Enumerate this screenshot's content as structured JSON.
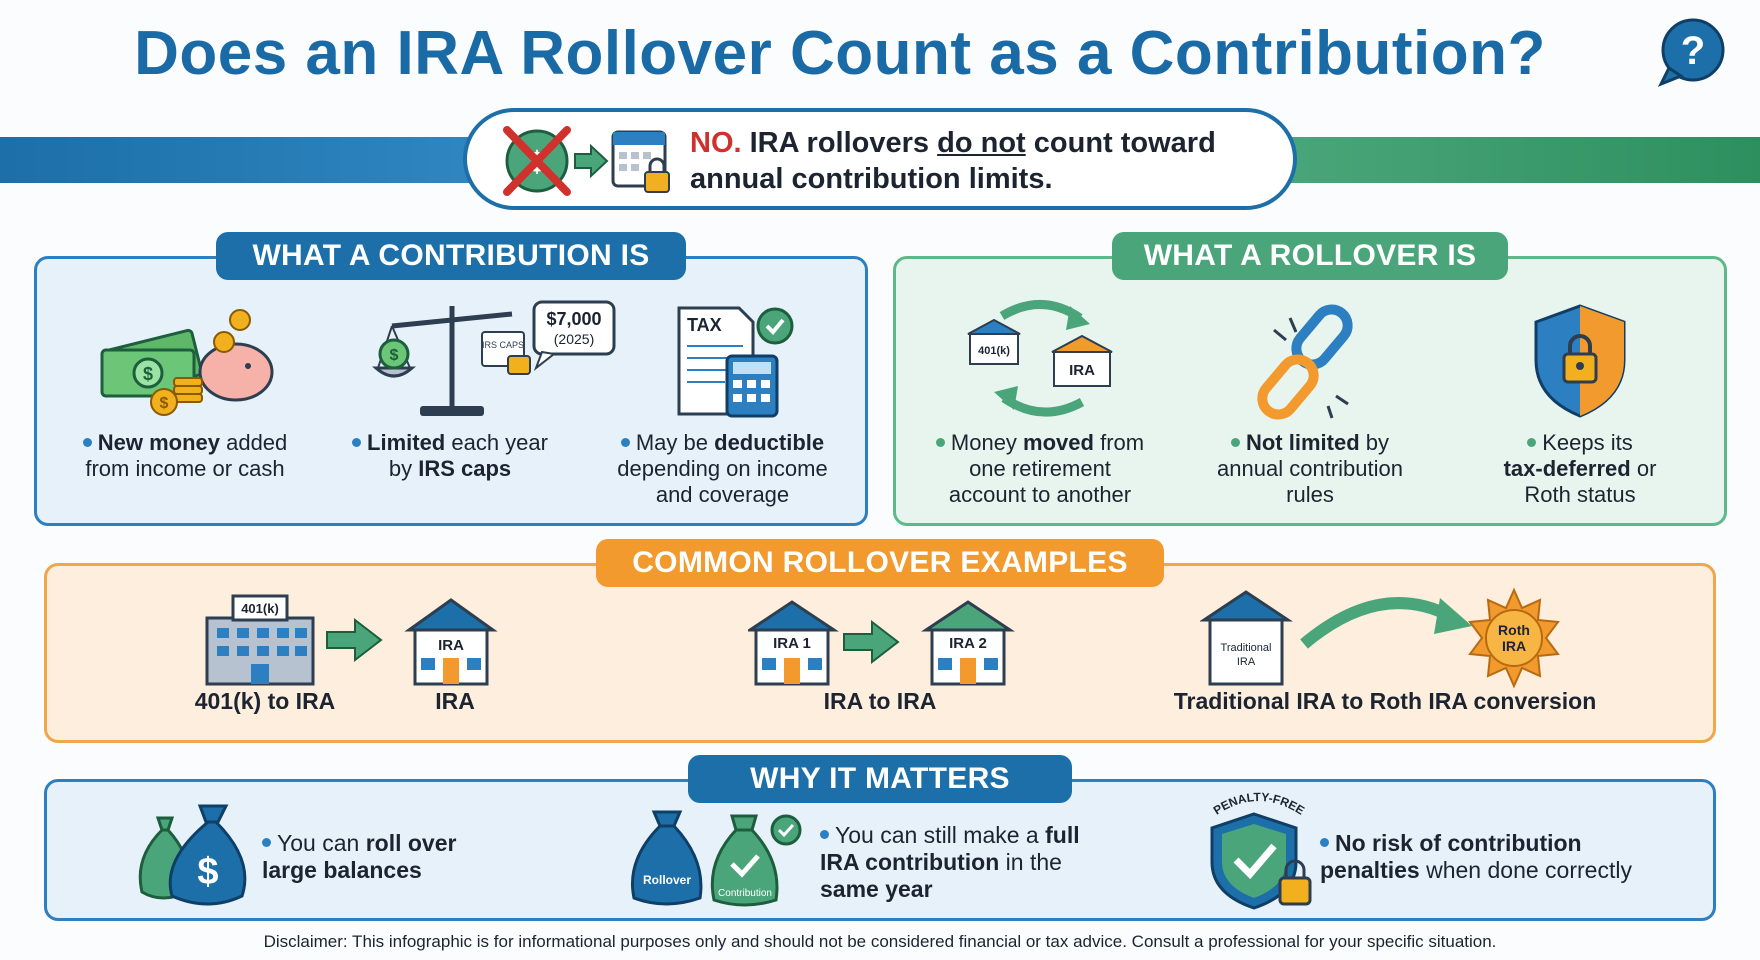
{
  "title": "Does an IRA Rollover Count as a Contribution?",
  "answer": {
    "no": "NO.",
    "line1_pre": "IRA rollovers",
    "line1_underlined": "do not",
    "line1_post": "count toward",
    "line2": "annual contribution limits."
  },
  "contribution": {
    "heading": "WHAT A CONTRIBUTION IS",
    "items": [
      {
        "bold": "New money",
        "rest": " added",
        "line2": "from income or cash"
      },
      {
        "bold": "Limited",
        "rest": " each year",
        "line2_pre": "by ",
        "line2_bold": "IRS caps"
      },
      {
        "pre": "May be ",
        "bold": "deductible",
        "line2": "depending on income",
        "line3": "and coverage"
      }
    ],
    "bubble_amount": "$7,000",
    "bubble_year": "(2025)",
    "tax_label": "TAX",
    "irs_caps_label": "IRS CAPS"
  },
  "rollover": {
    "heading": "WHAT A ROLLOVER IS",
    "items": [
      {
        "pre": "Money ",
        "bold": "moved",
        "rest": " from",
        "line2": "one retirement",
        "line3": "account to another"
      },
      {
        "bold": "Not limited",
        "rest": " by",
        "line2": "annual contribution",
        "line3": "rules"
      },
      {
        "pre": "Keeps its",
        "line2_bold": "tax-deferred",
        "line2_rest": " or",
        "line3": "Roth status"
      }
    ],
    "icon_401k": "401(k)",
    "icon_ira": "IRA"
  },
  "examples": {
    "heading": "COMMON ROLLOVER EXAMPLES",
    "ex1_left": "401(k) to IRA",
    "ex1_right": "IRA",
    "ex1_building": "401(k)",
    "ex1_house": "IRA",
    "ex2_label": "IRA to IRA",
    "ex2_house1": "IRA 1",
    "ex2_house2": "IRA 2",
    "ex3_label": "Traditional IRA to Roth IRA conversion",
    "ex3_house_l1": "Traditional",
    "ex3_house_l2": "IRA",
    "ex3_sun_l1": "Roth",
    "ex3_sun_l2": "IRA"
  },
  "why": {
    "heading": "WHY IT MATTERS",
    "item1_pre": "You can ",
    "item1_bold": "roll over",
    "item1_line2": "large balances",
    "item2_pre": "You can still make a ",
    "item2_bold": "full",
    "item2_line2_bold": "IRA contribution",
    "item2_line2_rest": " in the",
    "item2_line3": "same year",
    "item2_bag1": "Rollover",
    "item2_bag2": "Contribution",
    "item3_bold": "No risk of contribution",
    "item3_line2_bold": "penalties",
    "item3_line2_rest": " when done correctly",
    "penalty_free": "PENALTY-FREE"
  },
  "disclaimer": "Disclaimer: This infographic is for informational purposes only and should not be considered financial or tax advice. Consult a professional for your specific situation.",
  "colors": {
    "blue": "#1c6fa8",
    "green": "#4aa67a",
    "orange": "#f29a2e",
    "red": "#d0312d"
  },
  "icons": [
    "question-bubble-icon",
    "no-money-icon",
    "calendar-lock-icon",
    "cash-piggy-icon",
    "scale-icon",
    "tax-calculator-icon",
    "cycle-arrows-icon",
    "broken-chain-icon",
    "shield-lock-icon",
    "building-icon",
    "house-icon",
    "sun-icon",
    "money-bag-icon",
    "shield-check-icon"
  ]
}
